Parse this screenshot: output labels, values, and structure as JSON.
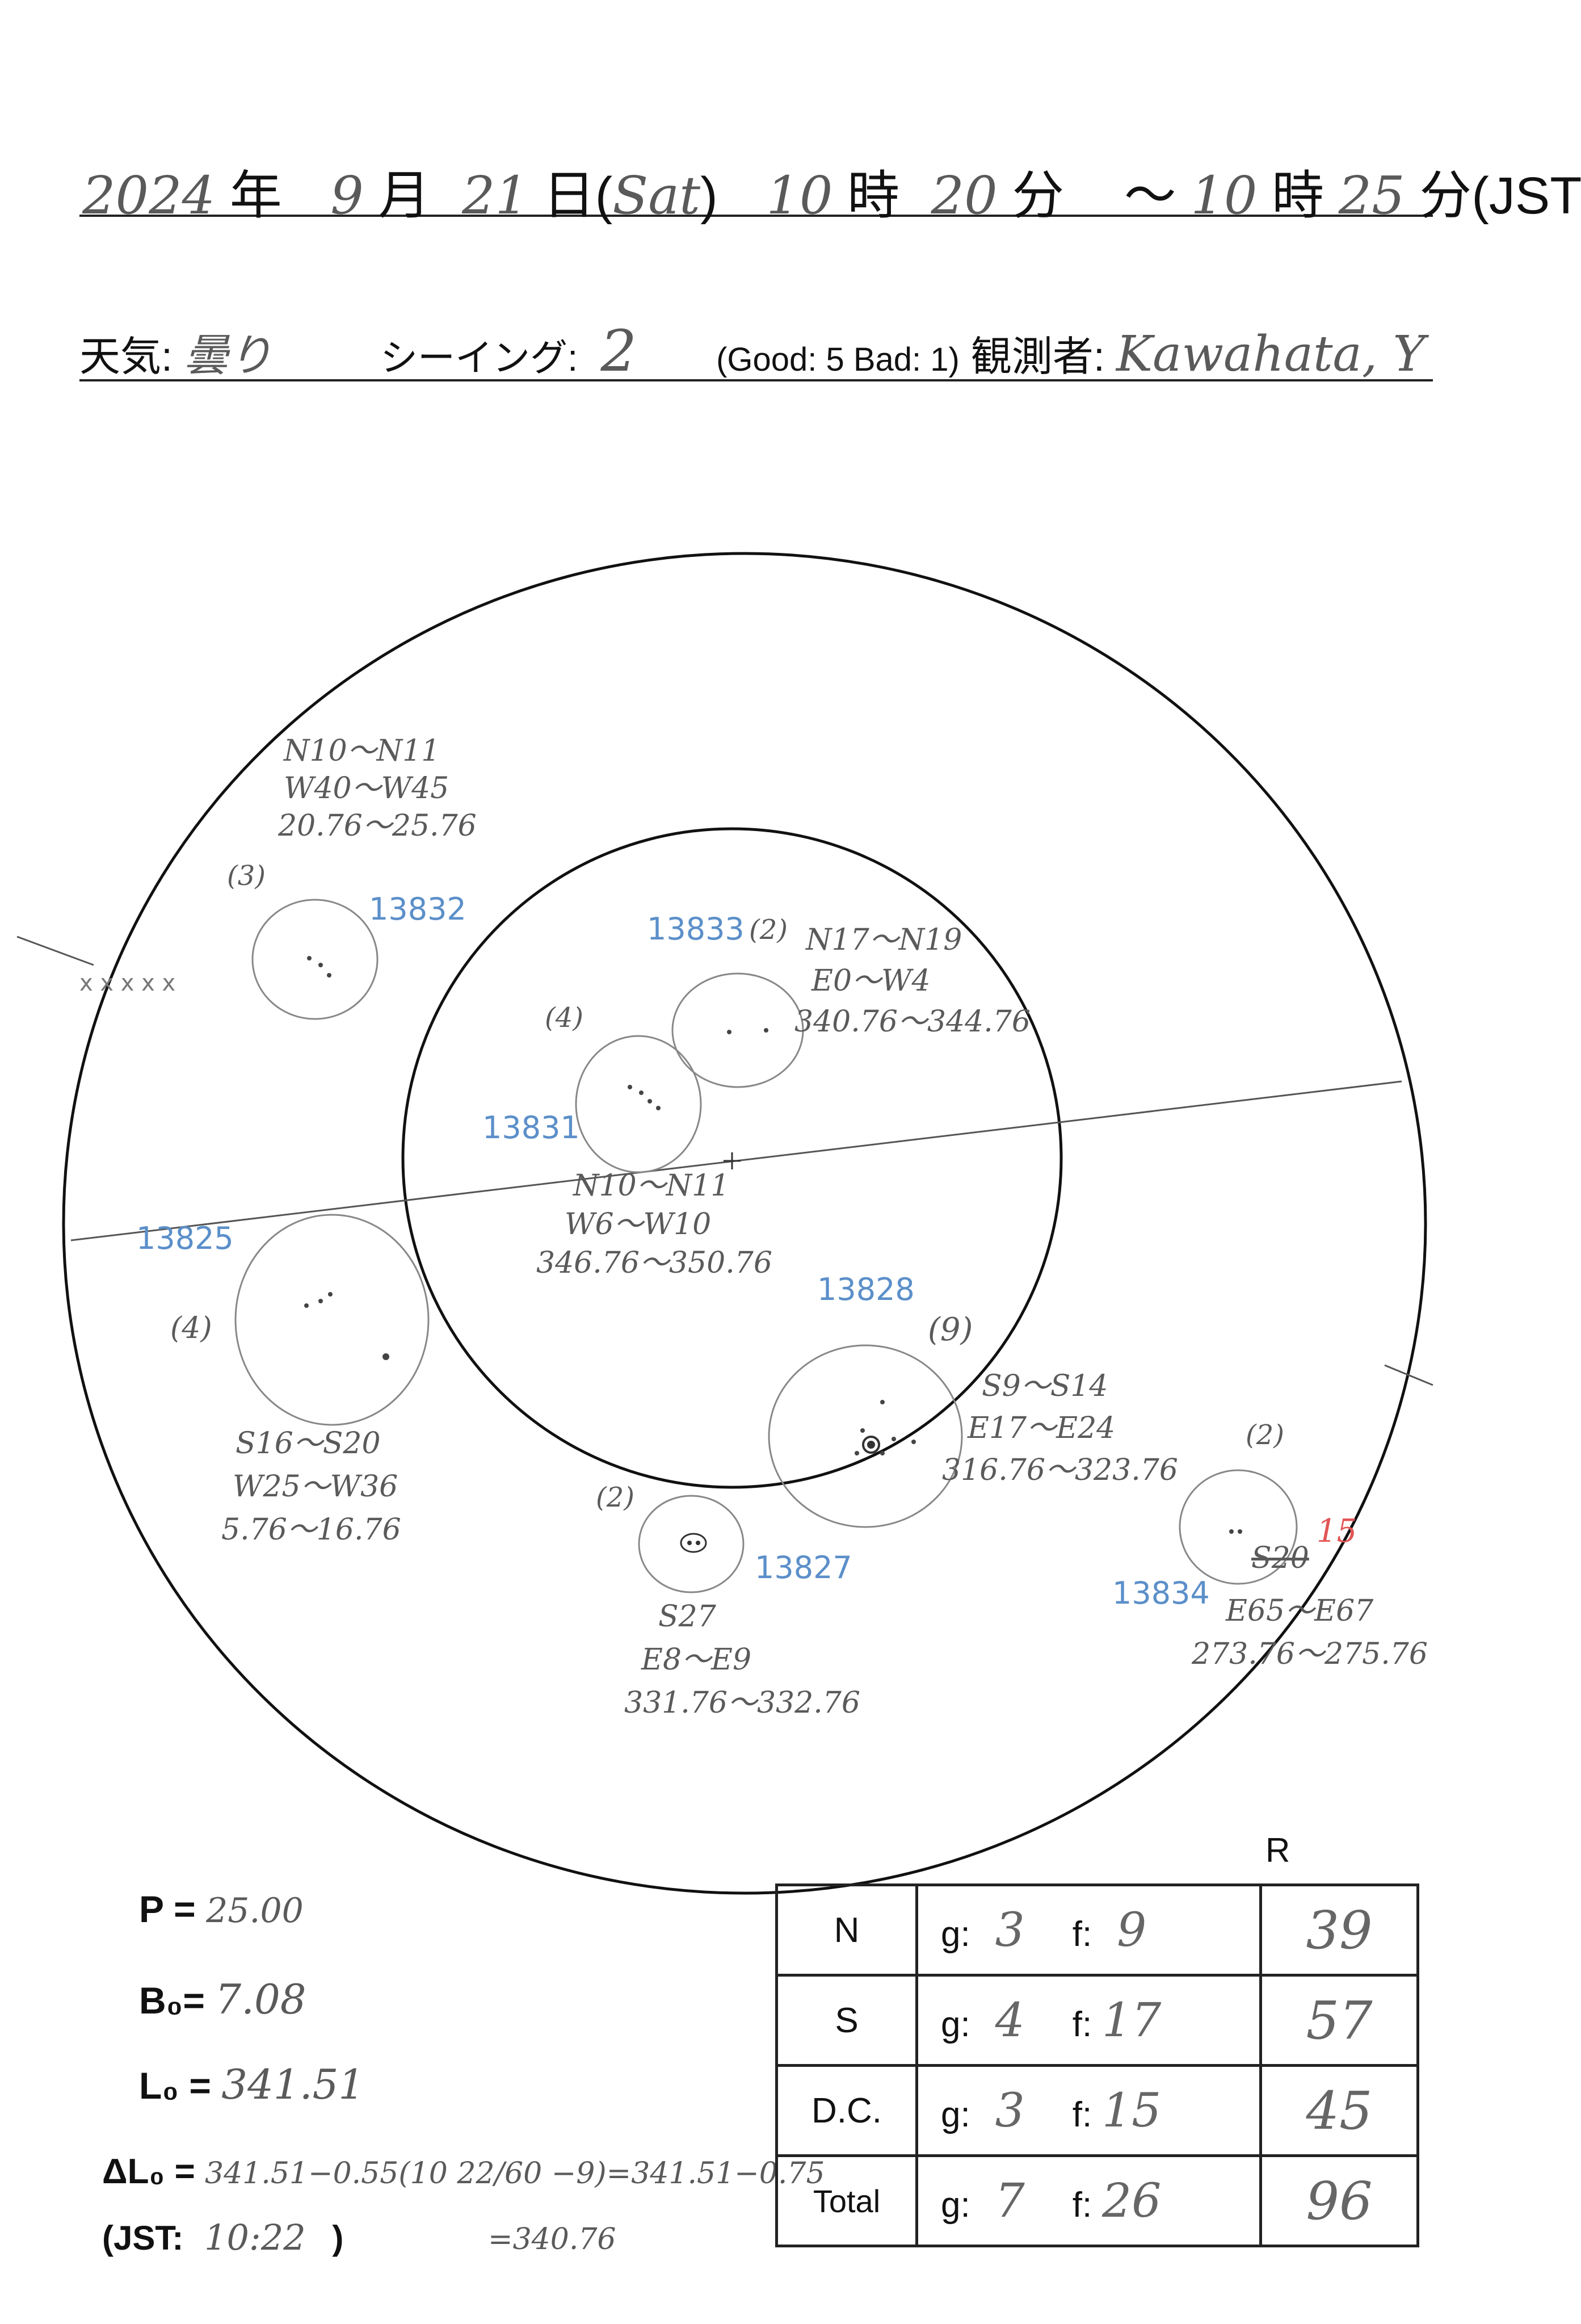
{
  "header": {
    "year": "2024",
    "year_unit": "年",
    "month": "9",
    "month_unit": "月",
    "day": "21",
    "day_unit": "日",
    "weekday": "Sat",
    "start_hour": "10",
    "hour_unit": "時",
    "start_min": "20",
    "min_unit": "分",
    "tilde": "～",
    "end_hour": "10",
    "end_min": "25",
    "tz": "分(JST)"
  },
  "conditions": {
    "weather_label": "天気:",
    "weather_value": "曇り",
    "seeing_label": "シーイング:",
    "seeing_value": "2",
    "scale_note": "(Good: 5  Bad: 1)",
    "observer_label": "観測者:",
    "observer_value": "Kawahata, Y"
  },
  "groups": [
    {
      "id": "13832",
      "count": "(3)",
      "lat": "N10～N11",
      "lon": "W40～W45",
      "carr": "20.76～25.76"
    },
    {
      "id": "13833",
      "count": "(2)",
      "lat": "N17～N19",
      "lon": "E0～W4",
      "carr": "340.76～344.76"
    },
    {
      "id": "13831",
      "count": "(4)",
      "lat": "N10～N11",
      "lon": "W6～W10",
      "carr": "346.76～350.76"
    },
    {
      "id": "13825",
      "count": "(4)",
      "lat": "S16～S20",
      "lon": "W25～W36",
      "carr": "5.76～16.76"
    },
    {
      "id": "13828",
      "count": "(9)",
      "lat": "S9～S14",
      "lon": "E17～E24",
      "carr": "316.76～323.76"
    },
    {
      "id": "13827",
      "count": "(2)",
      "lat": "S27",
      "lon": "E8～E9",
      "carr": "331.76～332.76"
    },
    {
      "id": "13834",
      "count": "(2)",
      "lat": "S20",
      "lat_correction": "15",
      "lon": "E65～E67",
      "carr": "273.76～275.76"
    }
  ],
  "ephemeris": {
    "p_label": "P =",
    "p_value": "25.00",
    "b_label": "B₀=",
    "b_value": "7.08",
    "l_label": "L₀ =",
    "l_value": "341.51",
    "dl_label": "ΔL₀ =",
    "dl_expr": "341.51−0.55(10 22/60 −9)=341.51−0.75",
    "dl_result": "=340.76",
    "jst_label": "(JST:",
    "jst_value": "10:22",
    "jst_close": ")"
  },
  "summary": {
    "r_header": "R",
    "g_label": "g:",
    "f_label": "f:",
    "rows": [
      {
        "label": "N",
        "g": "3",
        "f": "9",
        "r": "39"
      },
      {
        "label": "S",
        "g": "4",
        "f": "17",
        "r": "57"
      },
      {
        "label": "D.C.",
        "g": "3",
        "f": "15",
        "r": "45"
      },
      {
        "label": "Total",
        "g": "7",
        "f": "26",
        "r": "96"
      }
    ]
  }
}
